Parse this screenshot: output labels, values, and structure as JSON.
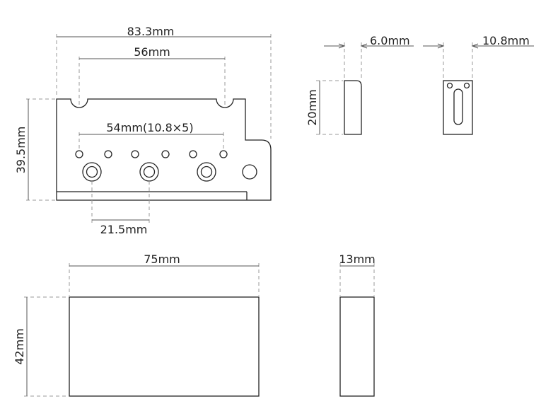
{
  "colors": {
    "line": "#222222",
    "dimension": "#555555",
    "extension": "#9a9a9a",
    "background": "#ffffff"
  },
  "dimensions": {
    "base_width": "83.3mm",
    "mount_spacing": "56mm",
    "string_spacing": "54mm(10.8×5)",
    "base_height": "39.5mm",
    "hole_spacing": "21.5mm",
    "saddle_thickness": "6.0mm",
    "saddle_height": "20mm",
    "saddle_width": "10.8mm",
    "block_width": "75mm",
    "block_height": "42mm",
    "block_depth": "13mm"
  }
}
